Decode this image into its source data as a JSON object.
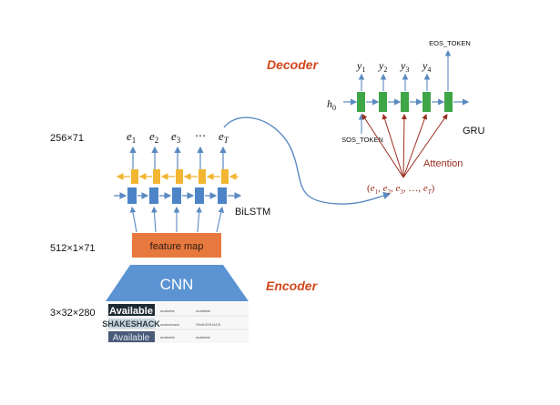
{
  "labels": {
    "decoder": "Decoder",
    "encoder": "Encoder",
    "cnn": "CNN",
    "feature_map": "feature map",
    "bilstm": "BiLSTM",
    "gru": "GRU",
    "attention": "Attention",
    "eos_token": "EOS_TOKEN",
    "sos_token": "SOS_TOKEN",
    "h0": "h",
    "h0_sub": "0"
  },
  "dimensions": {
    "top": "256×71",
    "middle": "512×1×71",
    "bottom": "3×32×280"
  },
  "encoder_outputs": [
    {
      "base": "e",
      "sub": "1"
    },
    {
      "base": "e",
      "sub": "2"
    },
    {
      "base": "e",
      "sub": "3"
    },
    {
      "base": "⋯",
      "sub": ""
    },
    {
      "base": "e",
      "sub": "T"
    }
  ],
  "decoder_outputs": [
    {
      "base": "y",
      "sub": "1"
    },
    {
      "base": "y",
      "sub": "2"
    },
    {
      "base": "y",
      "sub": "3"
    },
    {
      "base": "y",
      "sub": "4"
    }
  ],
  "context_vector": {
    "open": "(",
    "items": [
      {
        "base": "e",
        "sub": "1"
      },
      {
        "base": "e",
        "sub": "2"
      },
      {
        "base": "e",
        "sub": "3"
      },
      {
        "base": "…",
        "sub": ""
      },
      {
        "base": "e",
        "sub": "T"
      }
    ],
    "close": ")"
  },
  "input_samples": [
    {
      "word": "Available",
      "col2": "available",
      "col3": "Available"
    },
    {
      "word": "SHAKESHACK",
      "col2": "shakeshack",
      "col3": "SHAKESHACK"
    },
    {
      "word": "Available",
      "col2": "available",
      "col3": "available"
    }
  ],
  "colors": {
    "title_red": "#d2471b",
    "attention_red": "#9b2d1f",
    "cnn_blue": "#5b93d3",
    "feature_orange": "#e7793f",
    "lstm_blue": "#4d84c8",
    "lstm_yellow": "#f2b632",
    "gru_green": "#3fa648",
    "arrow_blue": "#5a8ac0"
  }
}
